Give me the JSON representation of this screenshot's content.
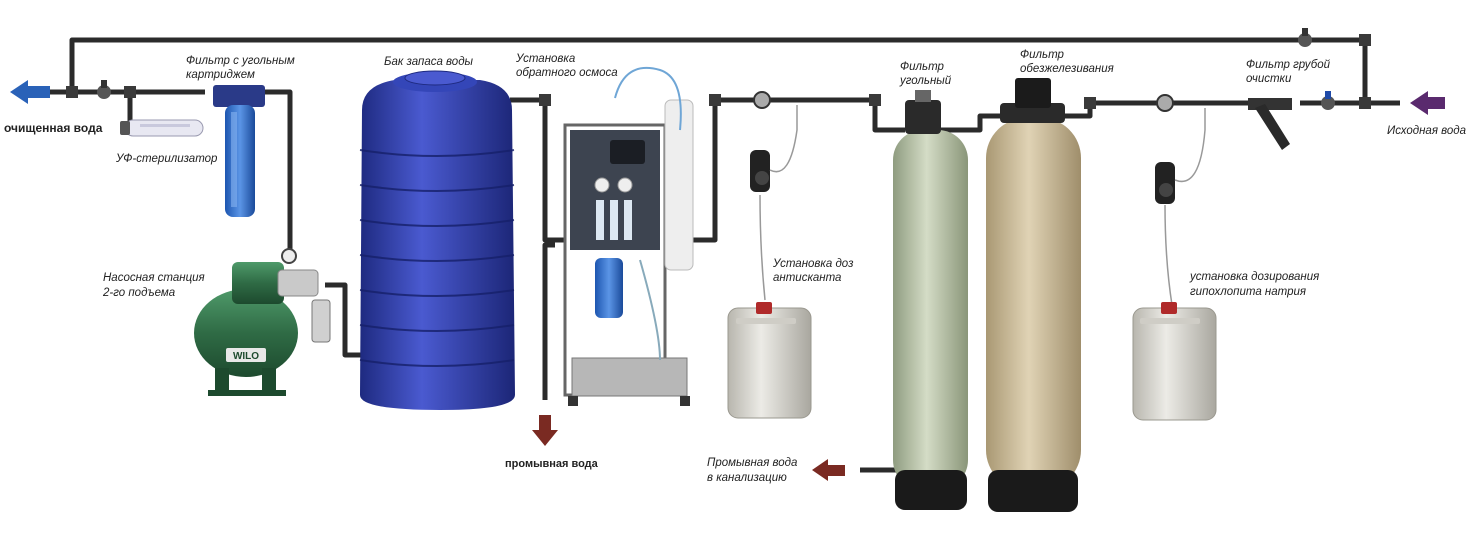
{
  "labels": {
    "purified_water": "очищенная вода",
    "uv_sterilizer": "УФ-стерилизатор",
    "carbon_cartridge_filter_l1": "Фильтр с угольным",
    "carbon_cartridge_filter_l2": "картриджем",
    "water_tank": "Бак запаса воды",
    "ro_unit_l1": "Установка",
    "ro_unit_l2": "обратного осмоса",
    "pump_station_l1": "Насосная станция",
    "pump_station_l2": "2-го подъема",
    "flush_water": "промывная вода",
    "carbon_filter_l1": "Фильтр",
    "carbon_filter_l2": "угольный",
    "iron_filter_l1": "Фильтр",
    "iron_filter_l2": "обезжелезивания",
    "coarse_filter_l1": "Фильтр грубой",
    "coarse_filter_l2": "очистки",
    "source_water": "Исходная вода",
    "antiscalant_dosing_l1": "Установка доз",
    "antiscalant_dosing_l2": "антисканта",
    "hypochlorite_dosing_l1": "установка дозирования",
    "hypochlorite_dosing_l2": "гипохлопита натрия",
    "drain_flush_l1": "Промывная вода",
    "drain_flush_l2": "в канализацию",
    "pump_brand": "WILO"
  },
  "colors": {
    "pipe": "#2b2b2b",
    "arrow_out": "#2a62b8",
    "arrow_in": "#5a2a6e",
    "arrow_drain": "#7a2a22",
    "tank": "#2c3a9e",
    "pump": "#2f6b45",
    "fiberglass_green": "#b9c5a9",
    "fiberglass_tan": "#c9b896",
    "canister": "#d8d6cf"
  },
  "icons": {
    "left_arrow": "arrow-left-icon",
    "right_arrow": "arrow-right-icon",
    "down_arrow": "arrow-down-icon"
  }
}
